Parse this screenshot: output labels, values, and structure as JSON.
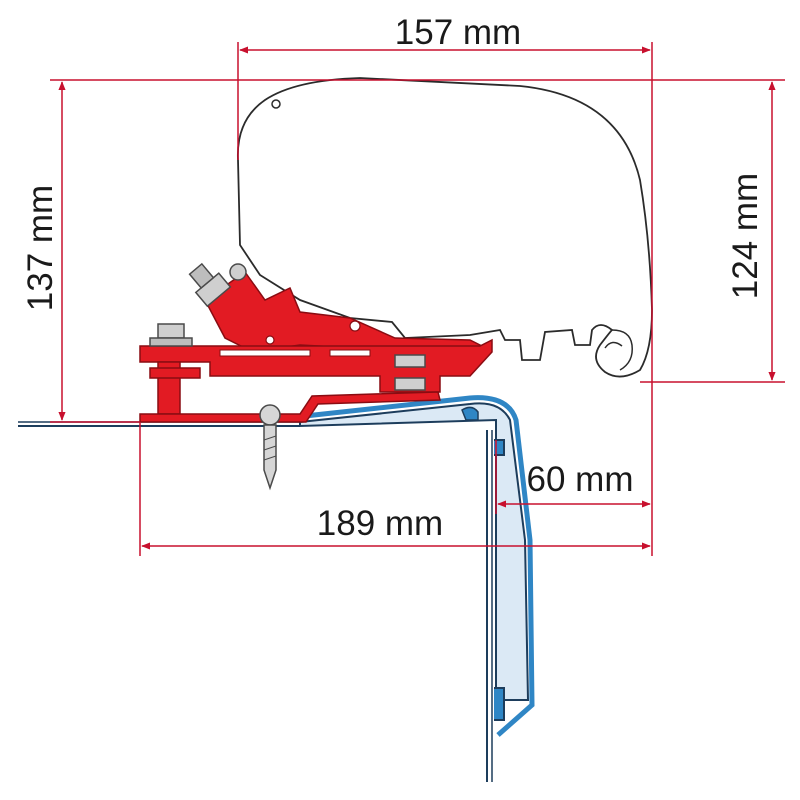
{
  "dimensions": {
    "top_width": "157 mm",
    "left_height": "137 mm",
    "right_height": "124 mm",
    "overhang": "60 mm",
    "base_width": "189 mm"
  },
  "colors": {
    "dimension_line": "#c8102e",
    "bracket_fill": "#e21b23",
    "bracket_stroke": "#8a0c12",
    "roof_panel": "#2f86c5",
    "roof_outline": "#1d3d5c",
    "awning_outline": "#2b2b2b",
    "hardware": "#9e9e9e"
  }
}
